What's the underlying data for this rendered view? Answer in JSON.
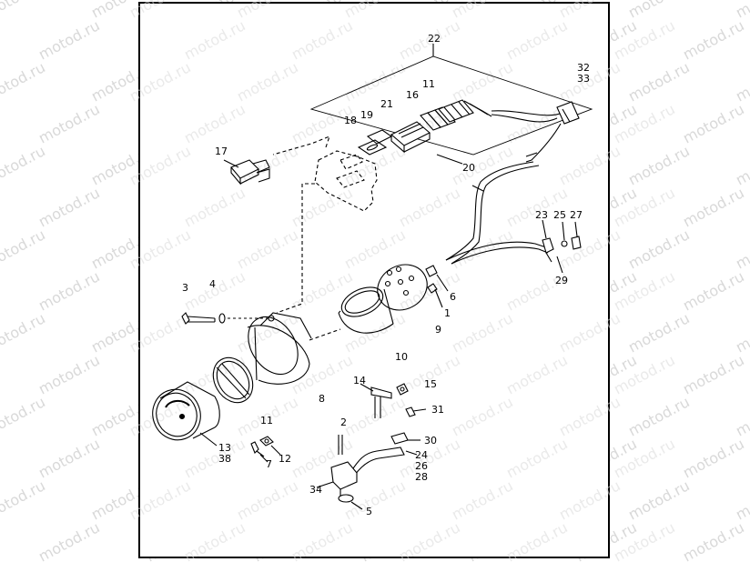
{
  "watermark": "motod.ru",
  "callouts": {
    "c1": "1",
    "c2": "2",
    "c3": "3",
    "c4": "4",
    "c5": "5",
    "c6": "6",
    "c7": "7",
    "c8": "8",
    "c9": "9",
    "c10": "10",
    "c11a": "11",
    "c11b": "11",
    "c12": "12",
    "c13_38": [
      "13",
      "38"
    ],
    "c14": "14",
    "c15": "15",
    "c16": "16",
    "c17": "17",
    "c18": "18",
    "c19": "19",
    "c20": "20",
    "c21": "21",
    "c22": "22",
    "c23": "23",
    "c24_26_28": [
      "24",
      "26",
      "28"
    ],
    "c25": "25",
    "c27": "27",
    "c29": "29",
    "c30": "30",
    "c31": "31",
    "c32_33": [
      "32",
      "33"
    ],
    "c34": "34"
  }
}
